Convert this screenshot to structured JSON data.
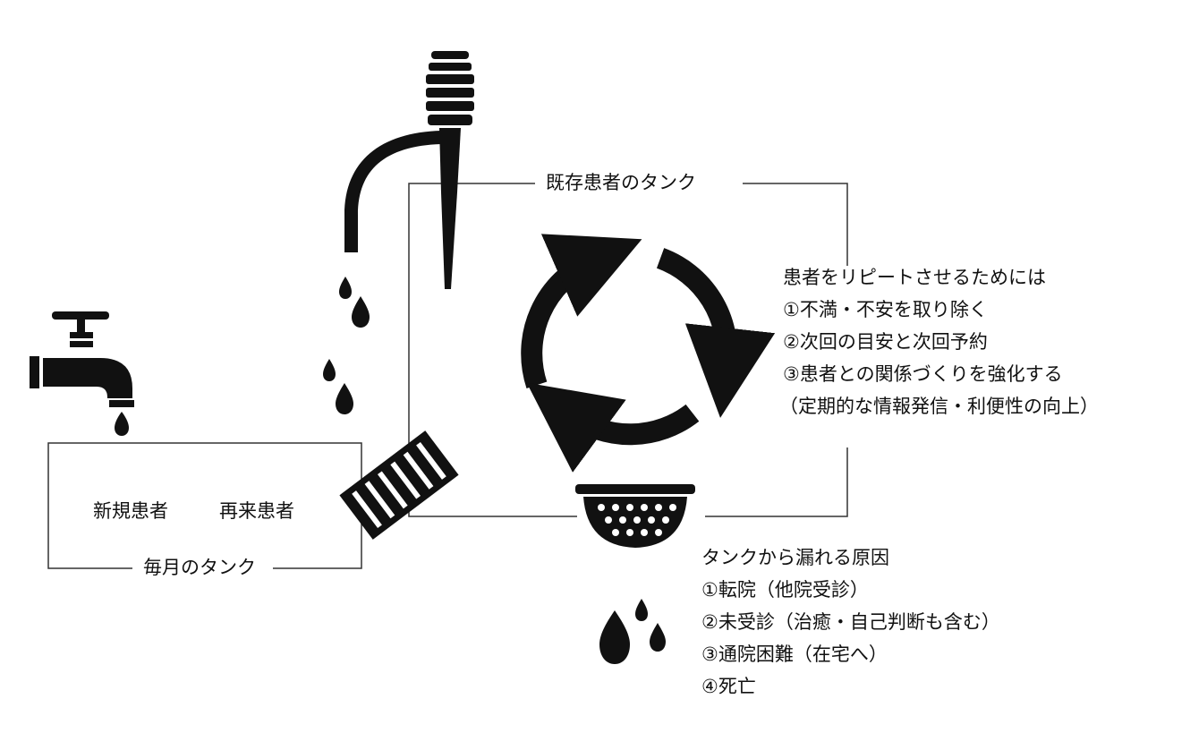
{
  "monthly_tank": {
    "label": "毎月のタンク",
    "new_patients": "新規患者",
    "returning_patients": "再来患者"
  },
  "existing_tank": {
    "label": "既存患者のタンク"
  },
  "repeat": {
    "heading": "患者をリピートさせるためには",
    "items": [
      "①不満・不安を取り除く",
      "②次回の目安と次回予約",
      "③患者との関係づくりを強化する",
      "（定期的な情報発信・利便性の向上）"
    ]
  },
  "leak": {
    "heading": "タンクから漏れる原因",
    "items": [
      "①転院（他院受診）",
      "②未受診（治癒・自己判断も含む）",
      "③通院困難（在宅へ）",
      "④死亡"
    ]
  },
  "icons": [
    "faucet-icon",
    "drain-grate-icon",
    "pump-nozzle-icon",
    "cycle-arrows-icon",
    "strainer-icon",
    "water-drops-icon"
  ],
  "colors": {
    "ink": "#111111",
    "line": "#333333",
    "background": "#ffffff"
  }
}
